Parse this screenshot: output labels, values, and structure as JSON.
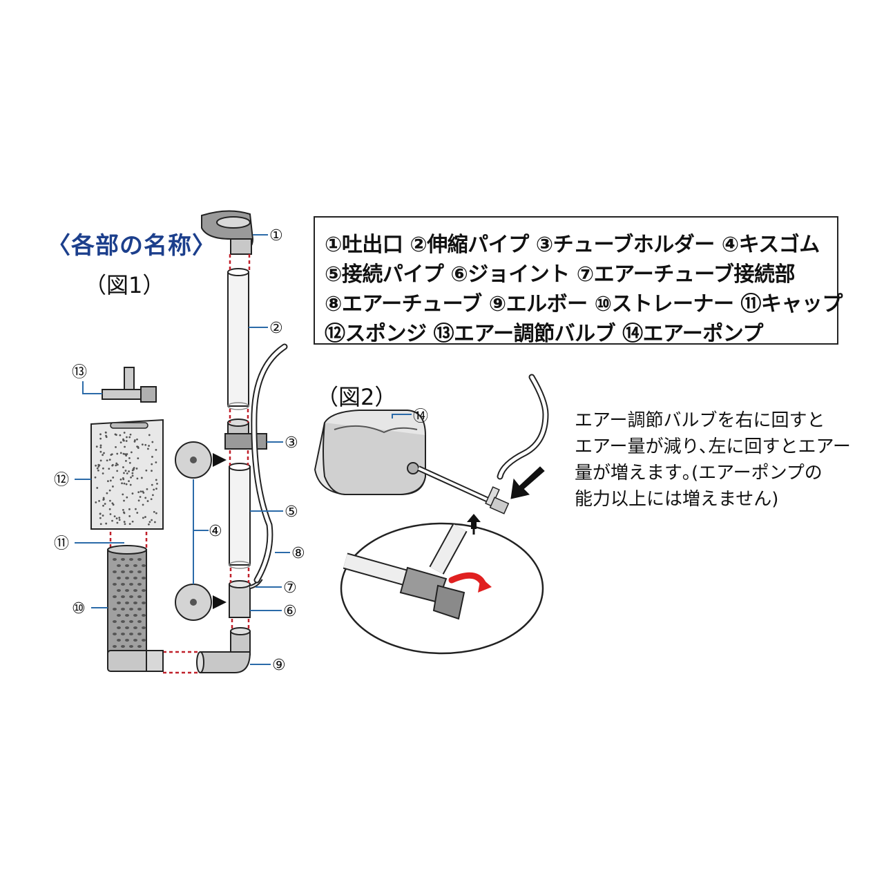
{
  "heading": "〈各部の名称〉",
  "figure1_caption": "（図1）",
  "figure2_caption": "（図2）",
  "legend": {
    "lines": [
      "①吐出口 ②伸縮パイプ ③チューブホルダー ④キスゴム",
      "⑤接続パイプ ⑥ジョイント ⑦エアーチューブ接続部",
      "⑧エアーチューブ ⑨エルボー ⑩ストレーナー ⑪キャップ",
      "⑫スポンジ ⑬エアー調節バルブ ⑭エアーポンプ"
    ]
  },
  "callouts": {
    "c1": "①",
    "c2": "②",
    "c3": "③",
    "c4": "④",
    "c5": "⑤",
    "c6": "⑥",
    "c7": "⑦",
    "c8": "⑧",
    "c9": "⑨",
    "c10": "⑩",
    "c11": "⑪",
    "c12": "⑫",
    "c13": "⑬",
    "c14": "⑭"
  },
  "note": {
    "lines": [
      "エアー調節バルブを右に回すと",
      "エアー量が減り､左に回すとエアー",
      "量が増えます｡(エアーポンプの",
      "能力以上には増えません)"
    ]
  },
  "colors": {
    "heading": "#1c3f8c",
    "part_fill": "#d9d9d9",
    "part_dark": "#a8a8a8",
    "guide_dash": "#c0202a",
    "leader": "#2a6aa8",
    "rotate_arrow": "#e02020"
  }
}
